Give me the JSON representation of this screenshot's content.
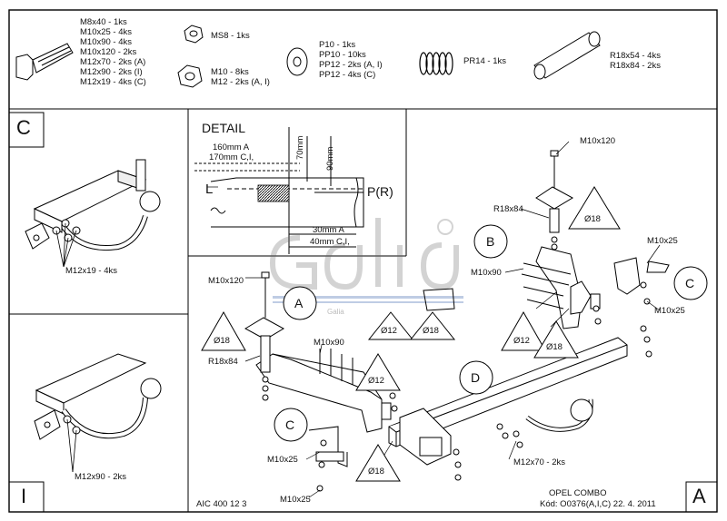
{
  "parts": {
    "bolts": [
      "M8x40 - 1ks",
      "M10x25 - 4ks",
      "M10x90 - 4ks",
      "M10x120 - 2ks",
      "M12x70 - 2ks (A)",
      "M12x90 - 2ks (I)",
      "M12x19 - 4ks (C)"
    ],
    "nut_ms8": "MS8 - 1ks",
    "nuts": [
      "M10 - 8ks",
      "M12 - 2ks (A, I)"
    ],
    "washers": [
      "P10 - 1ks",
      "PP10 - 10ks",
      "PP12 - 2ks (A, I)",
      "PP12 - 4ks (C)"
    ],
    "spring": "PR14 - 1ks",
    "tubes": [
      "R18x54 - 4ks",
      "R18x84 - 2ks"
    ]
  },
  "variant_c": {
    "letter": "C",
    "bolt": "M12x19 - 4ks"
  },
  "variant_i": {
    "letter": "I",
    "bolt": "M12x90 - 2ks"
  },
  "detail": {
    "title": "DETAIL",
    "dim_a": "160mm A",
    "dim_ci": "170mm C,I,",
    "dim_70": "70mm",
    "dim_90": "90mm",
    "left_label": "L",
    "right_label": "P(R)",
    "dim_30": "30mm A",
    "dim_40": "40mm C,I,"
  },
  "brand": "Galia",
  "labels": {
    "m10x120_left": "M10x120",
    "m10x120_right": "M10x120",
    "r18x84_left": "R18x84",
    "r18x84_right": "R18x84",
    "m10x90_left": "M10x90",
    "m10x90_right": "M10x90",
    "m10x25_top": "M10x25",
    "m10x25_right": "M10x25",
    "m10x25_c1": "M10x25",
    "m10x25_c2": "M10x25",
    "m12x70": "M12x70 - 2ks",
    "d18": "Ø18",
    "d12": "Ø12"
  },
  "callouts": {
    "a": "A",
    "b": "B",
    "c": "C",
    "d": "D"
  },
  "footer": {
    "code": "AIC 400 12 3",
    "model": "OPEL COMBO",
    "kod": "Kód: O0376(A,I,C)  22. 4. 2011",
    "sheet_letter": "A"
  }
}
